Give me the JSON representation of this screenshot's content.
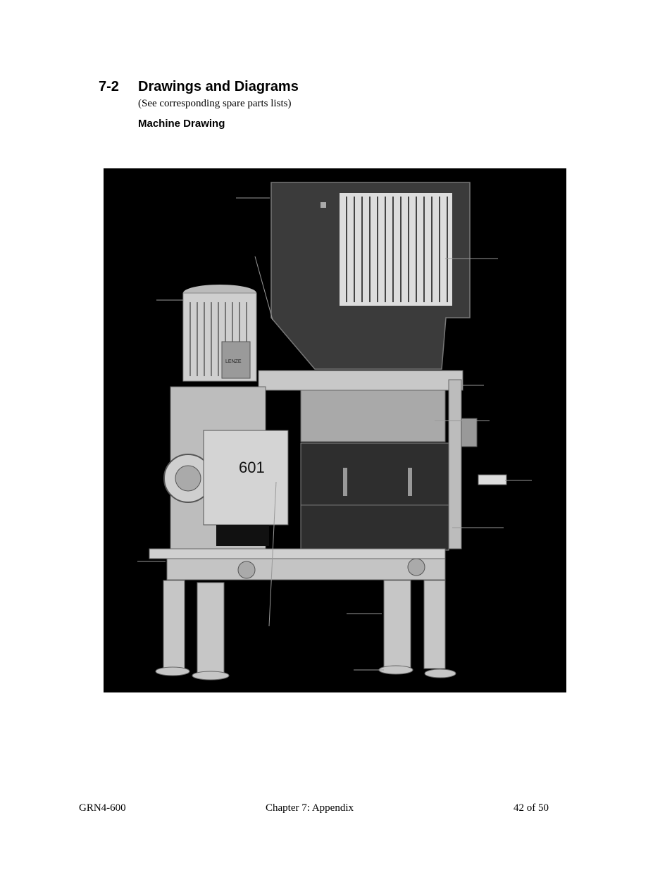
{
  "section": {
    "number": "7-2",
    "title": "Drawings and Diagrams",
    "note": "(See corresponding spare parts lists)",
    "drawing_title": "Machine Drawing"
  },
  "figure": {
    "panel_label": "601",
    "motor_badge": "LENZE"
  },
  "footer": {
    "left": "GRN4-600",
    "center": "Chapter 7: Appendix",
    "right": "42 of 50"
  }
}
